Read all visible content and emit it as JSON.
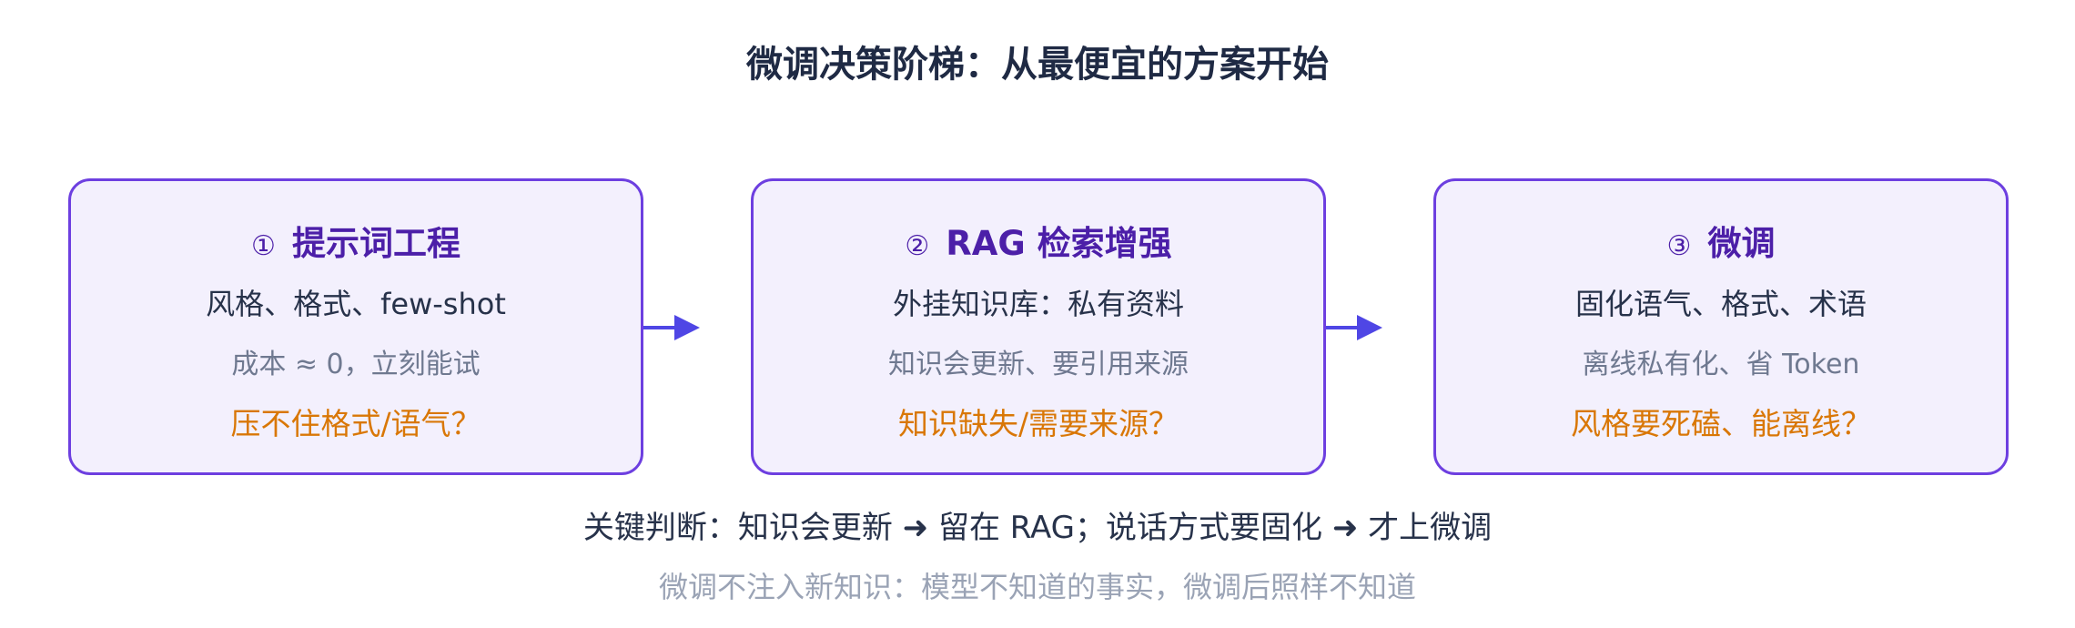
{
  "title": "微调决策阶梯：从最便宜的方案开始",
  "colors": {
    "border": "#6d3fe0",
    "card_fill": "#f3f0fd",
    "title_purple": "#4c1fa8",
    "question_orange": "#d97706",
    "arrow": "#4f46e5",
    "dark_text": "#1f2a44",
    "muted_text": "#9aa3b5"
  },
  "steps": [
    {
      "num": "①",
      "title": "提示词工程",
      "line1": "风格、格式、few-shot",
      "line2": "成本 ≈ 0，立刻能试",
      "line3": "压不住格式/语气？"
    },
    {
      "num": "②",
      "title": "RAG 检索增强",
      "line1": "外挂知识库：私有资料",
      "line2": "知识会更新、要引用来源",
      "line3": "知识缺失/需要来源？"
    },
    {
      "num": "③",
      "title": "微调",
      "line1": "固化语气、格式、术语",
      "line2": "离线私有化、省 Token",
      "line3": "风格要死磕、能离线？"
    }
  ],
  "key_judgment": "关键判断：知识会更新 ➜ 留在 RAG；说话方式要固化 ➜ 才上微调",
  "note": "微调不注入新知识：模型不知道的事实，微调后照样不知道"
}
